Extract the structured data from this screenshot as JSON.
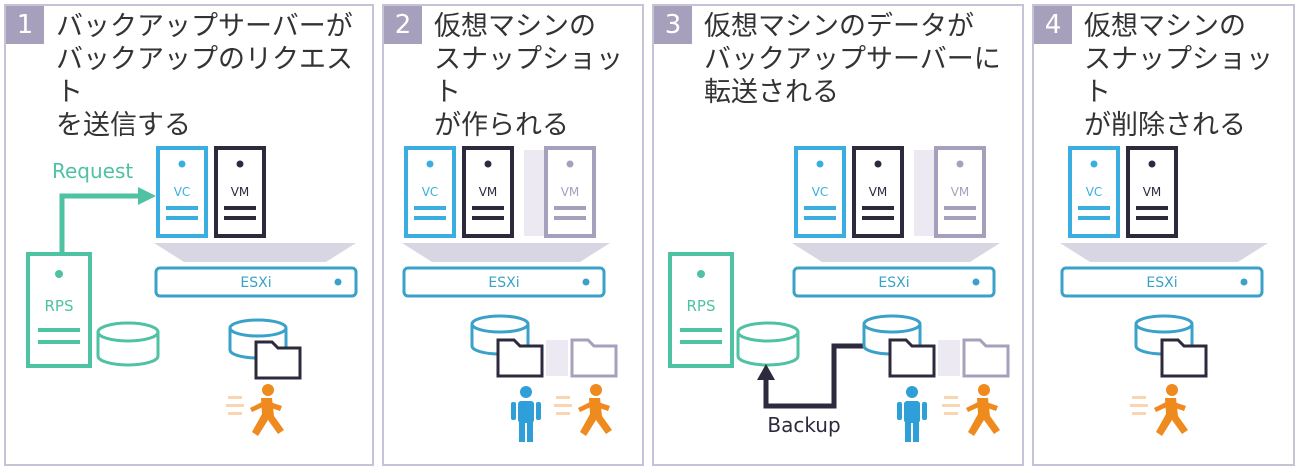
{
  "colors": {
    "vc": "#3aaee0",
    "vm": "#2d2a3e",
    "snapshot": "#a6a0bd",
    "rps": "#4fc2a3",
    "esxi": "#3aa1c9",
    "person_blue": "#2e9fd8",
    "person_orange": "#ef8a1f",
    "border": "#c7c2d6"
  },
  "labels": {
    "vc": "VC",
    "vm": "VM",
    "esxi": "ESXi",
    "rps": "RPS",
    "request": "Request",
    "backup": "Backup"
  },
  "steps": [
    {
      "num": "1",
      "title": "バックアップサーバーが\nバックアップのリクエスト\nを送信する"
    },
    {
      "num": "2",
      "title": "仮想マシンの\nスナップショット\nが作られる"
    },
    {
      "num": "3",
      "title": "仮想マシンのデータが\nバックアップサーバーに\n転送される"
    },
    {
      "num": "4",
      "title": "仮想マシンの\nスナップショット\nが削除される"
    }
  ]
}
